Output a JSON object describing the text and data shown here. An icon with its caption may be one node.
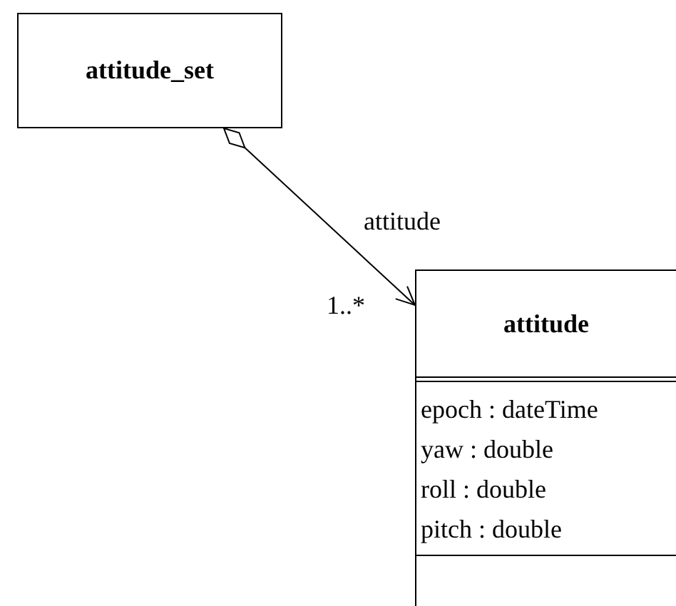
{
  "diagram": {
    "nodes": [
      {
        "text": [
          "attitude_set"
        ]
      },
      {
        "text": [
          "attitude",
          "epoch : dateTime",
          "yaw : double",
          "roll : double",
          "pitch : double"
        ]
      }
    ],
    "edges": [
      {
        "from": 0,
        "to": 1,
        "arrow": "to",
        "label": "attitude"
      }
    ],
    "labels": [
      "1..*"
    ]
  }
}
